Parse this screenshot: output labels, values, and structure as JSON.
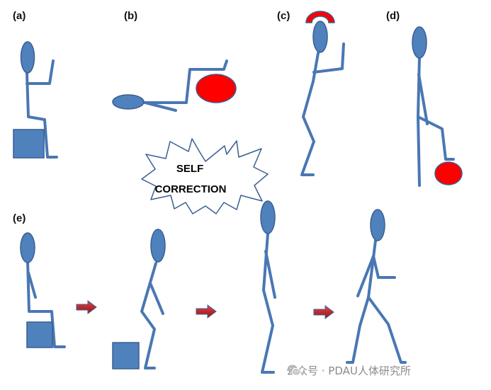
{
  "panel_labels": {
    "a": "(a)",
    "b": "(b)",
    "c": "(c)",
    "d": "(d)",
    "e": "(e)"
  },
  "center_burst": {
    "line1": "SELF",
    "line2": "CORRECTION"
  },
  "watermark": {
    "icon": "wechat-icon",
    "text": "公众号 · PDAU人体研究所"
  },
  "colors": {
    "figure_stroke": "#4a77b4",
    "figure_fill": "#4f81bd",
    "head_stroke": "#3a5f92",
    "block_fill": "#4f81bd",
    "ball_fill": "#ff0000",
    "arrow_fill": "#c0272d",
    "burst_stroke": "#3a5f92"
  }
}
